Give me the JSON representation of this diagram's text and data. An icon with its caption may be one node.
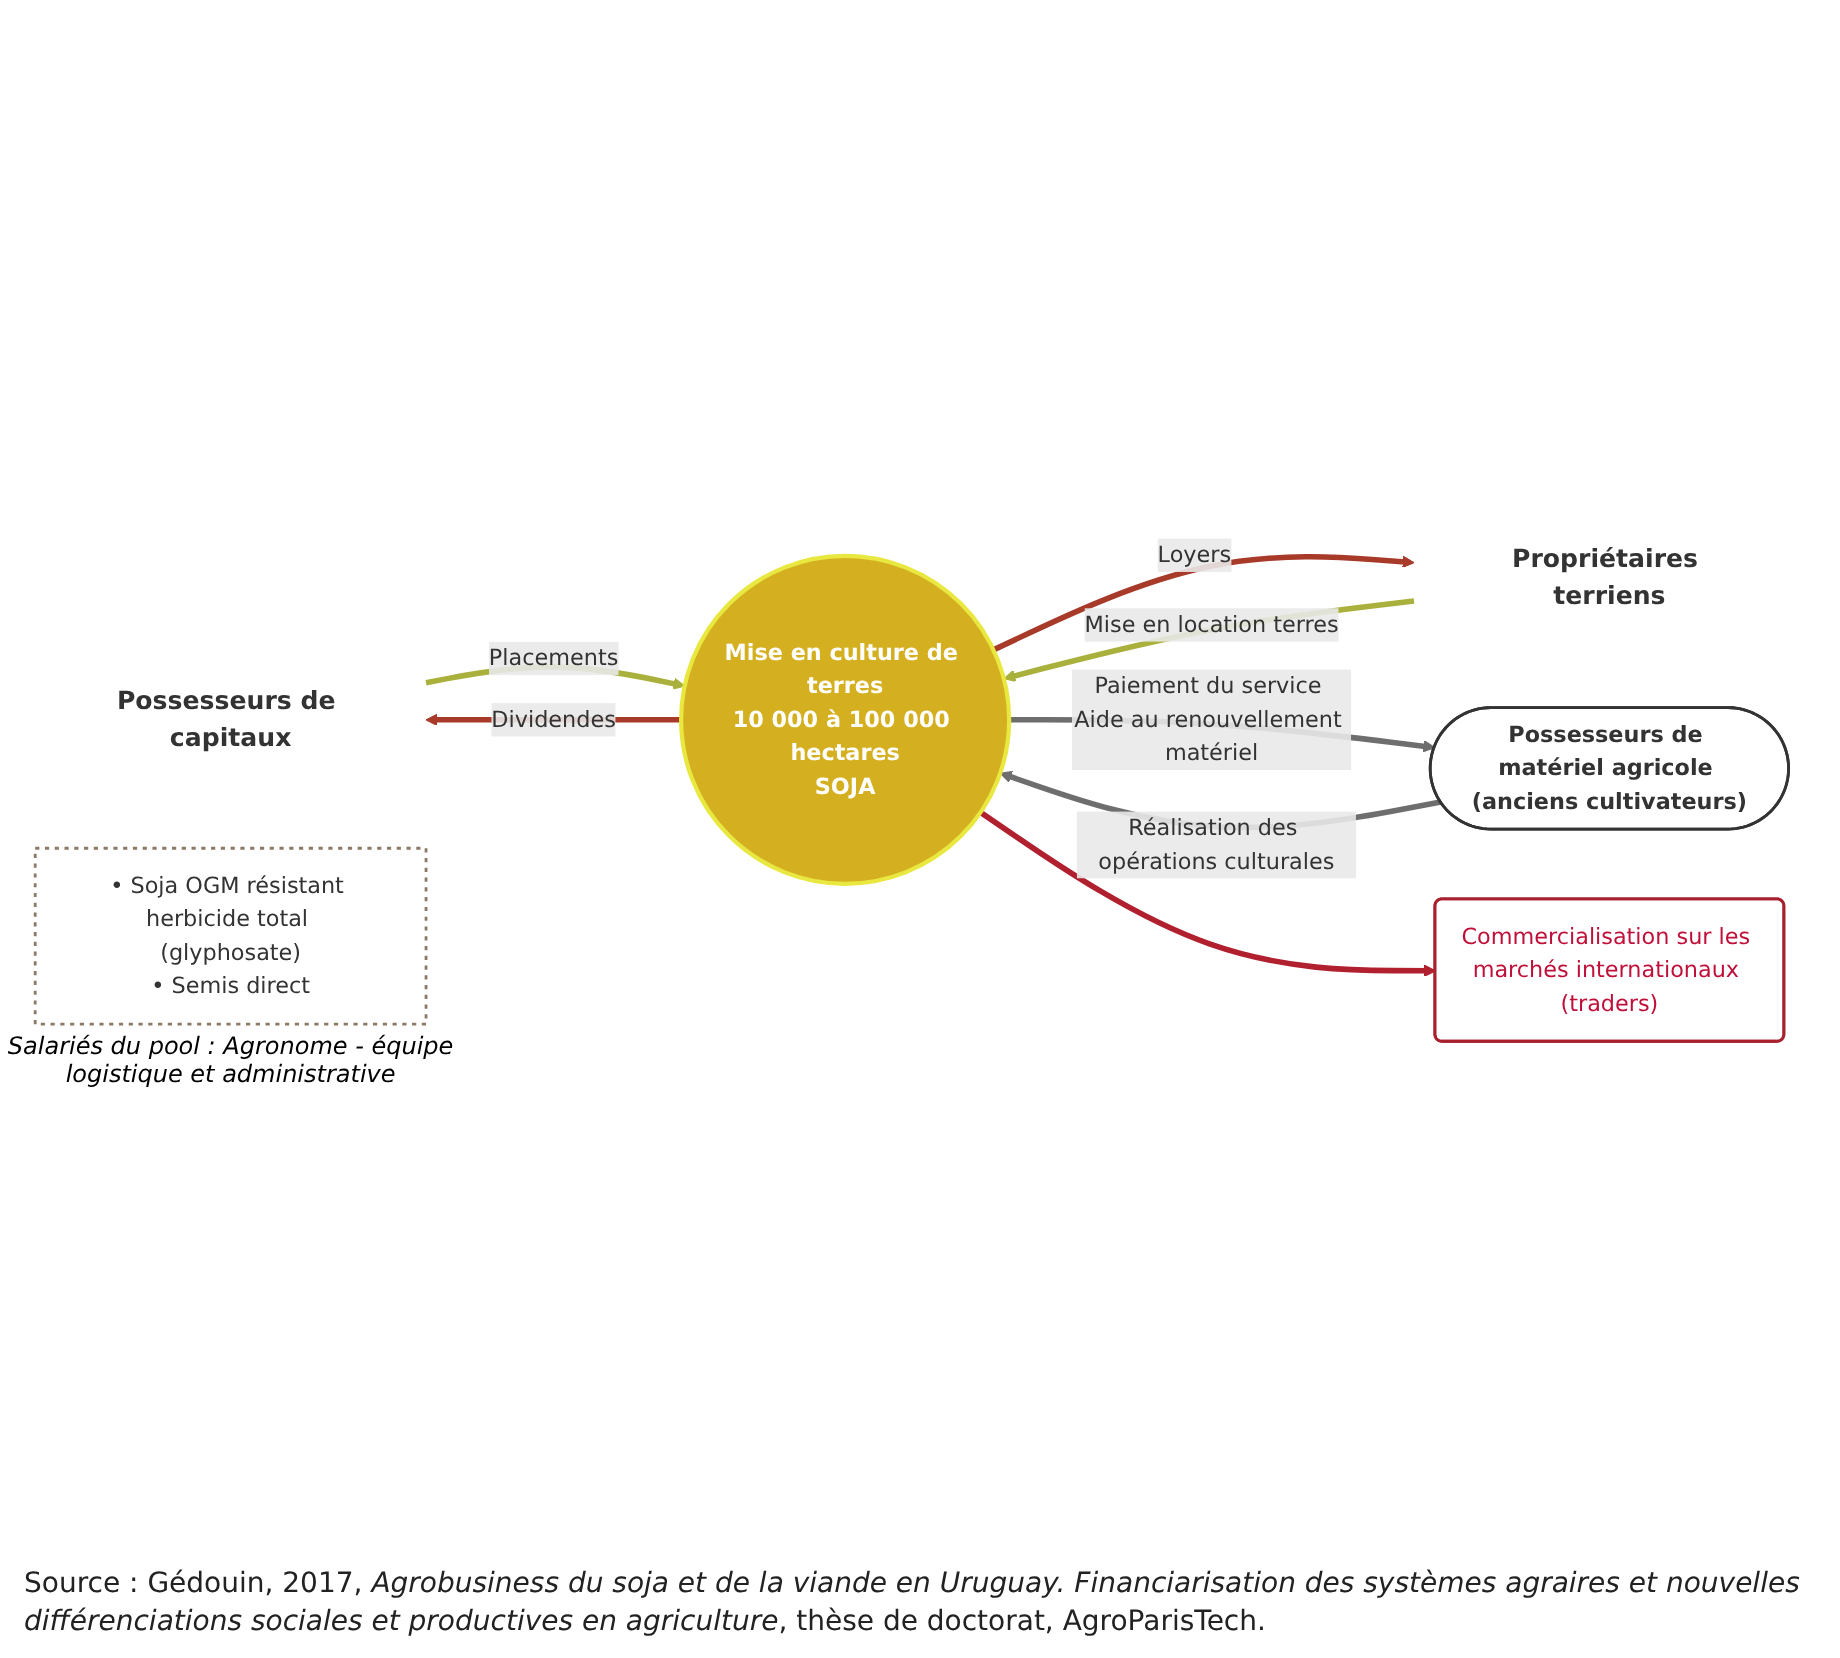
{
  "diagram": {
    "caption": "Source : Gédouin, 2017, *Agrobusiness du soja et de la viande en Uruguay. Financiarisation des systèmes agraires et nouvelles différenciations sociales et productives en agriculture*, thèse de doctorat, AgroParisTech.",
    "nodes": [
      {
        "text": [
          "Possesseurs de capitaux"
        ]
      },
      {
        "text": [
          "Possesseurs de matériel agricole (anciens cultivateurs)"
        ]
      },
      {
        "text": [
          "Mise en culture de terres",
          "10 000 à 100 000 hectares",
          "SOJA"
        ]
      },
      {
        "text": [
          "Propriétaires terriens"
        ]
      },
      {
        "text": [
          "Commercialisation sur les marchés internationaux (traders)"
        ]
      },
      {
        "text": [
          "• Soja OGM résistant herbicide total (glyphosate)",
          "• Semis direct"
        ],
        "beside": [
          "Salariés du pool : Agronome - équipe logistique et administrative"
        ]
      }
    ],
    "edges": [
      {
        "from": 0,
        "to": 2,
        "arrow": "to",
        "label": "Placements",
        "color": "#a9b03c"
      },
      {
        "from": 2,
        "to": 0,
        "arrow": "to",
        "label": "Dividendes",
        "color": "#a83a2a"
      },
      {
        "from": 3,
        "to": 2,
        "arrow": "to",
        "label": "Mise en location terres",
        "color": "#a9b03c"
      },
      {
        "from": 2,
        "to": 3,
        "arrow": "to",
        "label": "Loyers",
        "color": "#a83a2a"
      },
      {
        "from": 1,
        "to": 2,
        "arrow": "to",
        "label": "Réalisation des opérations culturales",
        "color": "#6e6e6e"
      },
      {
        "from": 2,
        "to": 1,
        "arrow": "to",
        "label": "Paiement du service Aide au renouvellement matériel",
        "color": "#6e6e6e"
      },
      {
        "from": 2,
        "to": 4,
        "arrow": "to",
        "color": "#b0202e"
      }
    ]
  }
}
